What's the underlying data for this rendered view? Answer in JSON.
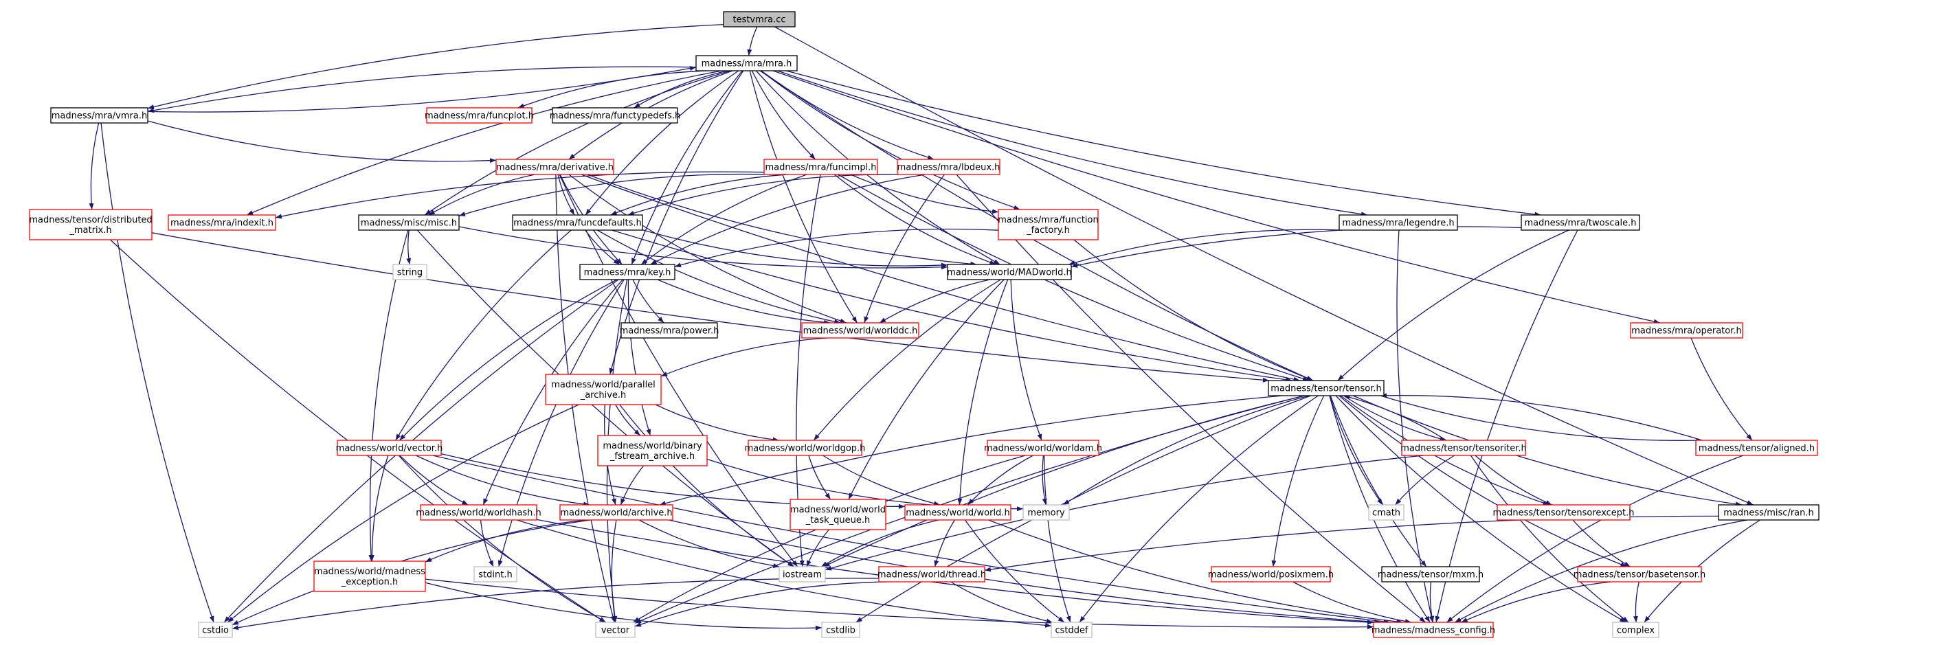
{
  "graph": {
    "colors": {
      "edge": "#191970",
      "root_fill": "#bfbfbf",
      "documented_border": "#000000",
      "truncated_border": "#ff0000",
      "external_border": "#bfbfbf",
      "text": "#000000"
    },
    "nodes": [
      {
        "id": "testvmra",
        "label": [
          "testvmra.cc"
        ],
        "kind": "root"
      },
      {
        "id": "mra",
        "label": [
          "madness/mra/mra.h"
        ],
        "kind": "documented"
      },
      {
        "id": "vmra",
        "label": [
          "madness/mra/vmra.h"
        ],
        "kind": "documented"
      },
      {
        "id": "funcplot",
        "label": [
          "madness/mra/funcplot.h"
        ],
        "kind": "truncated"
      },
      {
        "id": "functypedefs",
        "label": [
          "madness/mra/functypedefs.h"
        ],
        "kind": "documented"
      },
      {
        "id": "derivative",
        "label": [
          "madness/mra/derivative.h"
        ],
        "kind": "truncated"
      },
      {
        "id": "funcimpl",
        "label": [
          "madness/mra/funcimpl.h"
        ],
        "kind": "truncated"
      },
      {
        "id": "lbdeux",
        "label": [
          "madness/mra/lbdeux.h"
        ],
        "kind": "truncated"
      },
      {
        "id": "distmatrix",
        "label": [
          "madness/tensor/distributed",
          "_matrix.h"
        ],
        "kind": "truncated"
      },
      {
        "id": "indexit",
        "label": [
          "madness/mra/indexit.h"
        ],
        "kind": "truncated"
      },
      {
        "id": "miscmisc",
        "label": [
          "madness/misc/misc.h"
        ],
        "kind": "documented"
      },
      {
        "id": "funcdefaults",
        "label": [
          "madness/mra/funcdefaults.h"
        ],
        "kind": "documented"
      },
      {
        "id": "funcfactory",
        "label": [
          "madness/mra/function",
          "_factory.h"
        ],
        "kind": "truncated"
      },
      {
        "id": "legendre",
        "label": [
          "madness/mra/legendre.h"
        ],
        "kind": "documented"
      },
      {
        "id": "twoscale",
        "label": [
          "madness/mra/twoscale.h"
        ],
        "kind": "documented"
      },
      {
        "id": "string",
        "label": [
          "string"
        ],
        "kind": "external"
      },
      {
        "id": "key",
        "label": [
          "madness/mra/key.h"
        ],
        "kind": "documented"
      },
      {
        "id": "madworld",
        "label": [
          "madness/world/MADworld.h"
        ],
        "kind": "documented"
      },
      {
        "id": "power",
        "label": [
          "madness/mra/power.h"
        ],
        "kind": "documented"
      },
      {
        "id": "worlddc",
        "label": [
          "madness/world/worlddc.h"
        ],
        "kind": "truncated"
      },
      {
        "id": "operator",
        "label": [
          "madness/mra/operator.h"
        ],
        "kind": "truncated"
      },
      {
        "id": "parallel",
        "label": [
          "madness/world/parallel",
          "_archive.h"
        ],
        "kind": "truncated"
      },
      {
        "id": "tensor",
        "label": [
          "madness/tensor/tensor.h"
        ],
        "kind": "documented"
      },
      {
        "id": "binary",
        "label": [
          "madness/world/binary",
          "_fstream_archive.h"
        ],
        "kind": "truncated"
      },
      {
        "id": "worldgop",
        "label": [
          "madness/world/worldgop.h"
        ],
        "kind": "truncated"
      },
      {
        "id": "worldam",
        "label": [
          "madness/world/worldam.h"
        ],
        "kind": "truncated"
      },
      {
        "id": "vectorh",
        "label": [
          "madness/world/vector.h"
        ],
        "kind": "truncated"
      },
      {
        "id": "tensoriter",
        "label": [
          "madness/tensor/tensoriter.h"
        ],
        "kind": "truncated"
      },
      {
        "id": "aligned",
        "label": [
          "madness/tensor/aligned.h"
        ],
        "kind": "truncated"
      },
      {
        "id": "worldhash",
        "label": [
          "madness/world/worldhash.h"
        ],
        "kind": "truncated"
      },
      {
        "id": "archive",
        "label": [
          "madness/world/archive.h"
        ],
        "kind": "truncated"
      },
      {
        "id": "memory",
        "label": [
          "memory"
        ],
        "kind": "external"
      },
      {
        "id": "worldtq",
        "label": [
          "madness/world/world",
          "_task_queue.h"
        ],
        "kind": "truncated"
      },
      {
        "id": "worldh",
        "label": [
          "madness/world/world.h"
        ],
        "kind": "truncated"
      },
      {
        "id": "cmath",
        "label": [
          "cmath"
        ],
        "kind": "external"
      },
      {
        "id": "tensorexcept",
        "label": [
          "madness/tensor/tensorexcept.h"
        ],
        "kind": "truncated"
      },
      {
        "id": "ran",
        "label": [
          "madness/misc/ran.h"
        ],
        "kind": "documented"
      },
      {
        "id": "stdint",
        "label": [
          "stdint.h"
        ],
        "kind": "external"
      },
      {
        "id": "madexc",
        "label": [
          "madness/world/madness",
          "_exception.h"
        ],
        "kind": "truncated"
      },
      {
        "id": "iostream",
        "label": [
          "iostream"
        ],
        "kind": "external"
      },
      {
        "id": "thread",
        "label": [
          "madness/world/thread.h"
        ],
        "kind": "truncated"
      },
      {
        "id": "posixmem",
        "label": [
          "madness/world/posixmem.h"
        ],
        "kind": "truncated"
      },
      {
        "id": "mxm",
        "label": [
          "madness/tensor/mxm.h"
        ],
        "kind": "documented"
      },
      {
        "id": "basetensor",
        "label": [
          "madness/tensor/basetensor.h"
        ],
        "kind": "truncated"
      },
      {
        "id": "cstdio",
        "label": [
          "cstdio"
        ],
        "kind": "external"
      },
      {
        "id": "vector",
        "label": [
          "vector"
        ],
        "kind": "external"
      },
      {
        "id": "cstdlib",
        "label": [
          "cstdlib"
        ],
        "kind": "external"
      },
      {
        "id": "cstddef",
        "label": [
          "cstddef"
        ],
        "kind": "external"
      },
      {
        "id": "madconfig",
        "label": [
          "madness/madness_config.h"
        ],
        "kind": "truncated"
      },
      {
        "id": "complex",
        "label": [
          "complex"
        ],
        "kind": "external"
      }
    ],
    "edges": [
      [
        "testvmra",
        "mra"
      ],
      [
        "testvmra",
        "vmra"
      ],
      [
        "testvmra",
        "ran"
      ],
      [
        "mra",
        "vmra"
      ],
      [
        "mra",
        "funcplot"
      ],
      [
        "mra",
        "functypedefs"
      ],
      [
        "mra",
        "derivative"
      ],
      [
        "mra",
        "funcimpl"
      ],
      [
        "mra",
        "lbdeux"
      ],
      [
        "mra",
        "indexit"
      ],
      [
        "mra",
        "miscmisc"
      ],
      [
        "mra",
        "funcdefaults"
      ],
      [
        "mra",
        "funcfactory"
      ],
      [
        "mra",
        "legendre"
      ],
      [
        "mra",
        "twoscale"
      ],
      [
        "mra",
        "key"
      ],
      [
        "mra",
        "madworld"
      ],
      [
        "mra",
        "worlddc"
      ],
      [
        "mra",
        "operator"
      ],
      [
        "mra",
        "parallel"
      ],
      [
        "mra",
        "tensor"
      ],
      [
        "vmra",
        "mra"
      ],
      [
        "vmra",
        "derivative"
      ],
      [
        "vmra",
        "distmatrix"
      ],
      [
        "vmra",
        "cstdio"
      ],
      [
        "distmatrix",
        "tensor"
      ],
      [
        "distmatrix",
        "vector"
      ],
      [
        "derivative",
        "miscmisc"
      ],
      [
        "derivative",
        "funcdefaults"
      ],
      [
        "derivative",
        "key"
      ],
      [
        "derivative",
        "madworld"
      ],
      [
        "derivative",
        "worlddc"
      ],
      [
        "derivative",
        "tensor"
      ],
      [
        "derivative",
        "iostream"
      ],
      [
        "derivative",
        "vector"
      ],
      [
        "funcimpl",
        "indexit"
      ],
      [
        "funcimpl",
        "miscmisc"
      ],
      [
        "funcimpl",
        "funcdefaults"
      ],
      [
        "funcimpl",
        "funcfactory"
      ],
      [
        "funcimpl",
        "key"
      ],
      [
        "funcimpl",
        "madworld"
      ],
      [
        "funcimpl",
        "tensor"
      ],
      [
        "funcimpl",
        "iostream"
      ],
      [
        "lbdeux",
        "funcdefaults"
      ],
      [
        "lbdeux",
        "key"
      ],
      [
        "lbdeux",
        "worlddc"
      ],
      [
        "lbdeux",
        "madconfig"
      ],
      [
        "miscmisc",
        "string"
      ],
      [
        "miscmisc",
        "madexc"
      ],
      [
        "miscmisc",
        "iostream"
      ],
      [
        "miscmisc",
        "madworld"
      ],
      [
        "funcdefaults",
        "key"
      ],
      [
        "funcdefaults",
        "madworld"
      ],
      [
        "funcdefaults",
        "worlddc"
      ],
      [
        "funcdefaults",
        "tensor"
      ],
      [
        "funcdefaults",
        "vectorh"
      ],
      [
        "funcfactory",
        "key"
      ],
      [
        "funcfactory",
        "tensor"
      ],
      [
        "legendre",
        "madworld"
      ],
      [
        "legendre",
        "madconfig"
      ],
      [
        "twoscale",
        "madworld"
      ],
      [
        "twoscale",
        "tensor"
      ],
      [
        "twoscale",
        "madconfig"
      ],
      [
        "key",
        "power"
      ],
      [
        "key",
        "worlddc"
      ],
      [
        "key",
        "binary"
      ],
      [
        "key",
        "vectorh"
      ],
      [
        "key",
        "worldhash"
      ],
      [
        "key",
        "stdint"
      ],
      [
        "key",
        "cstdio"
      ],
      [
        "key",
        "vector"
      ],
      [
        "madworld",
        "worlddc"
      ],
      [
        "madworld",
        "worldgop"
      ],
      [
        "madworld",
        "worldam"
      ],
      [
        "madworld",
        "worldtq"
      ],
      [
        "madworld",
        "worldh"
      ],
      [
        "worlddc",
        "parallel"
      ],
      [
        "operator",
        "aligned"
      ],
      [
        "parallel",
        "binary"
      ],
      [
        "parallel",
        "worldgop"
      ],
      [
        "parallel",
        "archive"
      ],
      [
        "parallel",
        "iostream"
      ],
      [
        "parallel",
        "cstdio"
      ],
      [
        "tensor",
        "tensoriter"
      ],
      [
        "tensor",
        "aligned"
      ],
      [
        "tensor",
        "tensorexcept"
      ],
      [
        "tensor",
        "memory"
      ],
      [
        "tensor",
        "cmath"
      ],
      [
        "tensor",
        "iostream"
      ],
      [
        "tensor",
        "posixmem"
      ],
      [
        "tensor",
        "mxm"
      ],
      [
        "tensor",
        "basetensor"
      ],
      [
        "tensor",
        "ran"
      ],
      [
        "tensor",
        "madconfig"
      ],
      [
        "tensor",
        "complex"
      ],
      [
        "tensor",
        "vector"
      ],
      [
        "tensor",
        "cstdlib"
      ],
      [
        "tensor",
        "cstddef"
      ],
      [
        "tensor",
        "archive"
      ],
      [
        "tensoriter",
        "tensor"
      ],
      [
        "tensoriter",
        "cmath"
      ],
      [
        "tensoriter",
        "tensorexcept"
      ],
      [
        "tensoriter",
        "iostream"
      ],
      [
        "tensoriter",
        "complex"
      ],
      [
        "aligned",
        "tensor"
      ],
      [
        "aligned",
        "madconfig"
      ],
      [
        "binary",
        "archive"
      ],
      [
        "binary",
        "memory"
      ],
      [
        "worldgop",
        "worldtq"
      ],
      [
        "worldgop",
        "worldh"
      ],
      [
        "worldam",
        "memory"
      ],
      [
        "worldam",
        "worldh"
      ],
      [
        "worldam",
        "vector"
      ],
      [
        "worldam",
        "cstddef"
      ],
      [
        "vectorh",
        "worldhash"
      ],
      [
        "vectorh",
        "archive"
      ],
      [
        "vectorh",
        "madexc"
      ],
      [
        "vectorh",
        "vector"
      ],
      [
        "vectorh",
        "madconfig"
      ],
      [
        "vectorh",
        "worldh"
      ],
      [
        "worldhash",
        "stdint"
      ],
      [
        "worldhash",
        "madconfig"
      ],
      [
        "worldhash",
        "cstddef"
      ],
      [
        "archive",
        "madexc"
      ],
      [
        "archive",
        "iostream"
      ],
      [
        "archive",
        "vector"
      ],
      [
        "archive",
        "cstdio"
      ],
      [
        "archive",
        "madconfig"
      ],
      [
        "worldtq",
        "iostream"
      ],
      [
        "worldh",
        "thread"
      ],
      [
        "worldh",
        "iostream"
      ],
      [
        "worldh",
        "madconfig"
      ],
      [
        "worldh",
        "cstddef"
      ],
      [
        "tensorexcept",
        "basetensor"
      ],
      [
        "ran",
        "thread"
      ],
      [
        "ran",
        "complex"
      ],
      [
        "ran",
        "madconfig"
      ],
      [
        "madexc",
        "cstdlib"
      ],
      [
        "madexc",
        "madconfig"
      ],
      [
        "thread",
        "vector"
      ],
      [
        "thread",
        "cstddef"
      ],
      [
        "thread",
        "cstdio"
      ],
      [
        "posixmem",
        "madconfig"
      ],
      [
        "mxm",
        "madconfig"
      ],
      [
        "basetensor",
        "complex"
      ],
      [
        "basetensor",
        "madconfig"
      ]
    ]
  }
}
